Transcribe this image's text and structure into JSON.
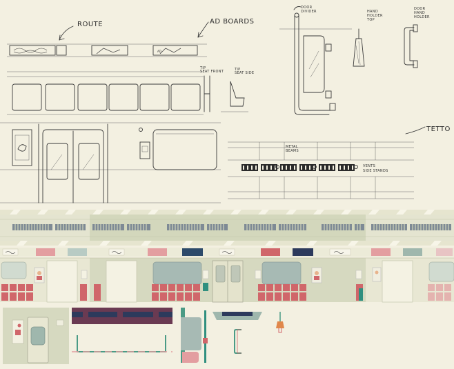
{
  "labels": {
    "route": "ROUTE",
    "ad_boards": "AD BOARDS",
    "door_divider": "DOOR\nDIVIDER",
    "hand_holder_top": "HAND\nHOLDER\nTOP",
    "door_hand_holder": "DOOR\nHAND\nHOLDER",
    "tip_seat_front": "TIP\nSEAT FRONT",
    "tip_seat_side": "TIP\nSEAT SIDE",
    "tetto": "TETTO",
    "metal_beams": "METAL\nBEAMS",
    "vents": "VENTS",
    "side_stands": "SIDE STANDS",
    "ad": "AD"
  },
  "colors": {
    "background": "#f3f0e1",
    "panel_green": "#d4d8be",
    "panel_light": "#e6e6d2",
    "seat_red": "#d0666a",
    "navy": "#2d3a5c",
    "teal_window": "#9fb7ad",
    "plum": "#6a3a52",
    "pink": "#e39ea0"
  }
}
